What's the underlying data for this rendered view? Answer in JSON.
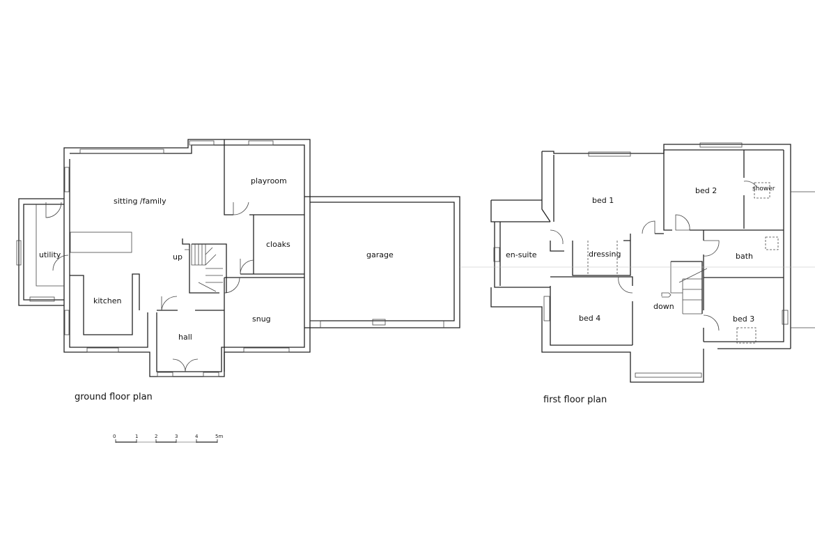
{
  "ground_floor": {
    "title": "ground floor plan",
    "rooms": {
      "sitting": "sitting /family",
      "playroom": "playroom",
      "cloaks": "cloaks",
      "utility": "utility",
      "kitchen": "kitchen",
      "hall": "hall",
      "snug": "snug",
      "garage": "garage",
      "stair": "up"
    }
  },
  "first_floor": {
    "title": "first floor plan",
    "rooms": {
      "bed1": "bed 1",
      "bed2": "bed 2",
      "shower": "shower",
      "ensuite": "en-suite",
      "dressing": "dressing",
      "bath": "bath",
      "bed4": "bed 4",
      "bed3": "bed 3",
      "stair": "down"
    }
  },
  "scale_bar": {
    "ticks": [
      "0",
      "1",
      "2",
      "3",
      "4",
      "5m"
    ]
  }
}
